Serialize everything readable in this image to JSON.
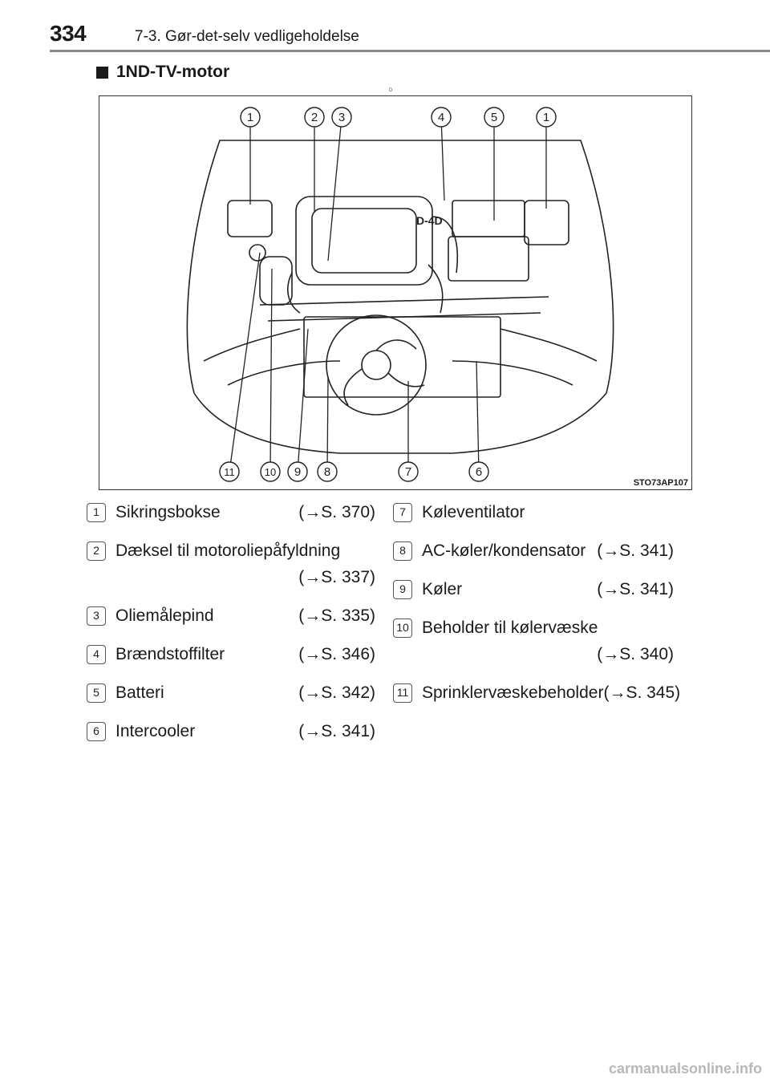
{
  "header": {
    "page_number": "334",
    "chapter": "7-3. Gør-det-selv vedligeholdelse"
  },
  "section": {
    "title": "1ND-TV-motor"
  },
  "figure": {
    "code": "STO73AP107",
    "engine_badge": "D-4D",
    "top_callouts": [
      "1",
      "2",
      "3",
      "4",
      "5",
      "1"
    ],
    "bottom_callouts": [
      "11",
      "10",
      "9",
      "8",
      "7",
      "6"
    ]
  },
  "legend": {
    "left": [
      {
        "n": "1",
        "label": "Sikringsbokse",
        "ref": "(→S. 370)"
      },
      {
        "n": "2",
        "label": "Dæksel til motoroliepåfyldning",
        "ref": "(→S. 337)"
      },
      {
        "n": "3",
        "label": "Oliemålepind",
        "ref": "(→S. 335)"
      },
      {
        "n": "4",
        "label": "Brændstoffilter",
        "ref": "(→S. 346)"
      },
      {
        "n": "5",
        "label": "Batteri",
        "ref": "(→S. 342)"
      },
      {
        "n": "6",
        "label": "Intercooler",
        "ref": "(→S. 341)"
      }
    ],
    "right": [
      {
        "n": "7",
        "label": "Køleventilator",
        "ref": ""
      },
      {
        "n": "8",
        "label": "AC-køler/kondensator",
        "ref": "(→S. 341)"
      },
      {
        "n": "9",
        "label": "Køler",
        "ref": "(→S. 341)"
      },
      {
        "n": "10",
        "label": "Beholder til kølervæske",
        "ref": "(→S. 340)"
      },
      {
        "n": "11",
        "label": "Sprinklervæskebeholder",
        "ref": "(→S. 345)"
      }
    ]
  },
  "watermark": "carmanualsonline.info",
  "marker": "D"
}
